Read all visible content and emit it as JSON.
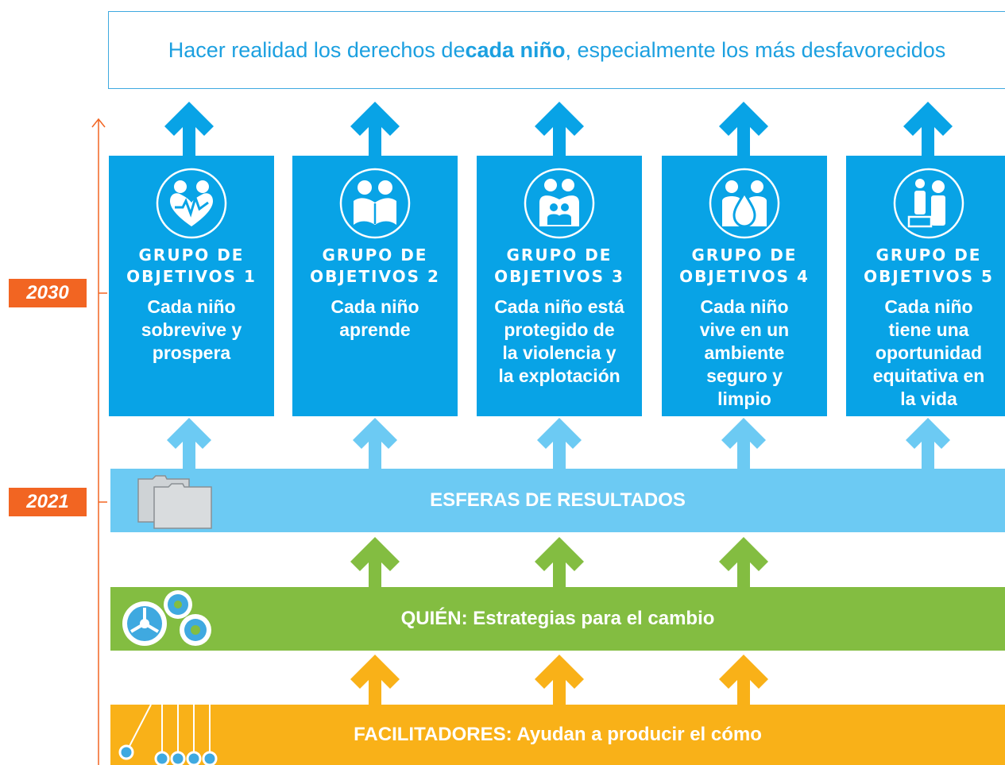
{
  "banner": {
    "text_before": "Hacer realidad los derechos de ",
    "text_bold": "cada niño",
    "text_after": " , especialmente los más desfavorecidos"
  },
  "timeline": {
    "year_2030": "2030",
    "year_2021": "2021"
  },
  "goals": [
    {
      "group": "GRUPO DE\nOBJETIVOS 1",
      "description": "Cada niño\nsobrevive y\nprospera",
      "icon": "heart-health-icon"
    },
    {
      "group": "GRUPO DE\nOBJETIVOS 2",
      "description": "Cada niño\naprende",
      "icon": "reading-book-icon"
    },
    {
      "group": "GRUPO DE\nOBJETIVOS 3",
      "description": "Cada niño está\nprotegido de\nla violencia y\nla explotación",
      "icon": "family-protection-icon"
    },
    {
      "group": "GRUPO DE\nOBJETIVOS 4",
      "description": "Cada niño\nvive en un\nambiente\nseguro y\nlimpio",
      "icon": "water-drop-icon"
    },
    {
      "group": "GRUPO DE\nOBJETIVOS 5",
      "description": "Cada niño\ntiene una\noportunidad\nequitativa en\nla vida",
      "icon": "equity-podium-icon"
    }
  ],
  "bands": {
    "results": "ESFERAS DE RESULTADOS",
    "strategies": "QUIÉN: Estrategias para el cambio",
    "enablers": "FACILITADORES: Ayudan a producir el cómo"
  },
  "colors": {
    "goal_blue": "#08a3e6",
    "results_blue": "#6ccaf3",
    "strategies_green": "#83bd41",
    "enablers_yellow": "#f9b118",
    "timeline_orange": "#f26522"
  }
}
